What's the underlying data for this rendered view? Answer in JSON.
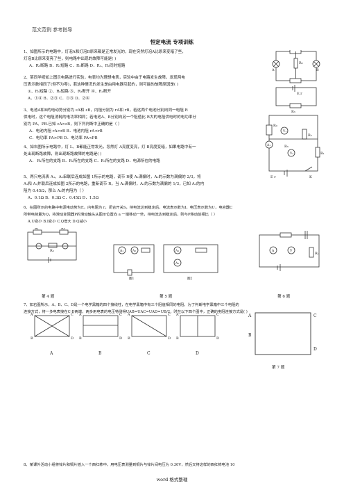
{
  "header": "范文范例 参考指导",
  "title": "恒定电流 专项训练",
  "questions": {
    "q1": {
      "l1": "1、如图所示的电路中，灯泡A和灯泡B原来都是正常发光的，现在突然灯泡A比原来变暗了些，",
      "l2": "灯泡B比原来变亮了些，则电路中出现的故障可能是(      )",
      "opts": "A．R₃断路      B．R₁短路      C．R₂断路      D．R₁、R₂同时短路"
    },
    "q2": {
      "l1": "2、某同学按如上图示电路进行实验，电表均为理想电表，实验中由于电路发生故障，发现两电",
      "l2": "压表示数相同了(但不为零)，若这种情况的发生是由用电器引起的，则可能的故障原因是(      )",
      "opts1": "①、R₃短路      ②、R₀短路      ③、R₃断开      ④、R₂断开",
      "opts2": "A．①④      B．②③      C．①③      D．②④"
    },
    "q3": {
      "l1": "3、电池A和B的电动势分别为 εA和 εB，内阻分别为 rA和 rB，若这两个电池分别向同一电阻 R",
      "l2": "供电时，这个电阻消耗的电功率相同；若电池A、B分别向另一个阻值比 R大的电阻供电时的电功率分",
      "l3": "别为 PA、PB.已知 εA>εB，则下列判断中正确的是（   ）",
      "opts1": "A．电池内阻 rA>rB          B．电池内阻 rA<rB",
      "opts2": "C．电功率 PA>PB            D．电功率 PA<PB"
    },
    "q4": {
      "l1": "4、如右图所示电路中，灯 L、B都能正常发光，忽然灯 A亮度变亮，灯 B亮度变暗，如果电路中有一",
      "l2": "处出现断路故障，则出现断路故障的电路是(   )",
      "opts": "A． R₁所在的支路    B．R₂所在的支路    C．R₃所在的支路    D．电源所在的电路"
    },
    "q5": {
      "l1": "5、两只电流表 A₁、A₂串联后连成如图 1所示的电路，调节 R使 A₁满偏时，A₂的示数为满偏的 2/3，将",
      "l2": "A₁和 A₂并联后连成如图 2所示的电路，重新调节 R，当 A₂满偏时，A₁的示数为满偏的 1/3，已知 A₁的内",
      "l3": "阻为 0.45Ω，那么 A₂的内阻为（   ）",
      "opts": "A．0.1Ω                B．0.3Ω                C．0.45Ω                D．1.5Ω"
    },
    "q6": {
      "l1": "6、在图所示的电路中电源电动势为E，内电阻为 r，闭合开关S，待电流达到稳定后，电流表示数为I，电压表示数为U，电容器C",
      "l2": "所带电荷量为Q，将滑动变阻器P的滑动触头从图示位置向 a 一端移动一些，待电流达到稳定后，则与P移动前相比（   ）",
      "opts": "A.U变小          B.I变小          C.Q增大          D.Q减小"
    },
    "q7": {
      "l1": "7、如右图所示，A、B、C、D是一个电学黑箱的四个接线柱，在电学黑箱中有三个阻值相同的电阻，为了判断电学黑箱中三个电阻的",
      "l2": "连接方式，将一多电表接在C·D两端，两多用电表的电压特测得UAB=UAC=UAD=UB/2，时在以下四个图中，正确的电阻连接方式是(      )"
    },
    "q8": {
      "l1": "8、某课外活动小组将锌片和铜片插入一个西红柿中，用电压表测量到铜片与锌片间电压为 0.30V，然后又将这样的西红柿电池 10"
    }
  },
  "captions": {
    "fig4": "第 4 题",
    "fig5": "第 5 题",
    "fig6": "第 6 题",
    "fig7": "第 7 题",
    "fig5_1": "图1",
    "fig5_2": "图2",
    "boxA": "A",
    "boxB": "B",
    "boxC": "C",
    "boxD": "D"
  },
  "footer": "word 格式整理"
}
